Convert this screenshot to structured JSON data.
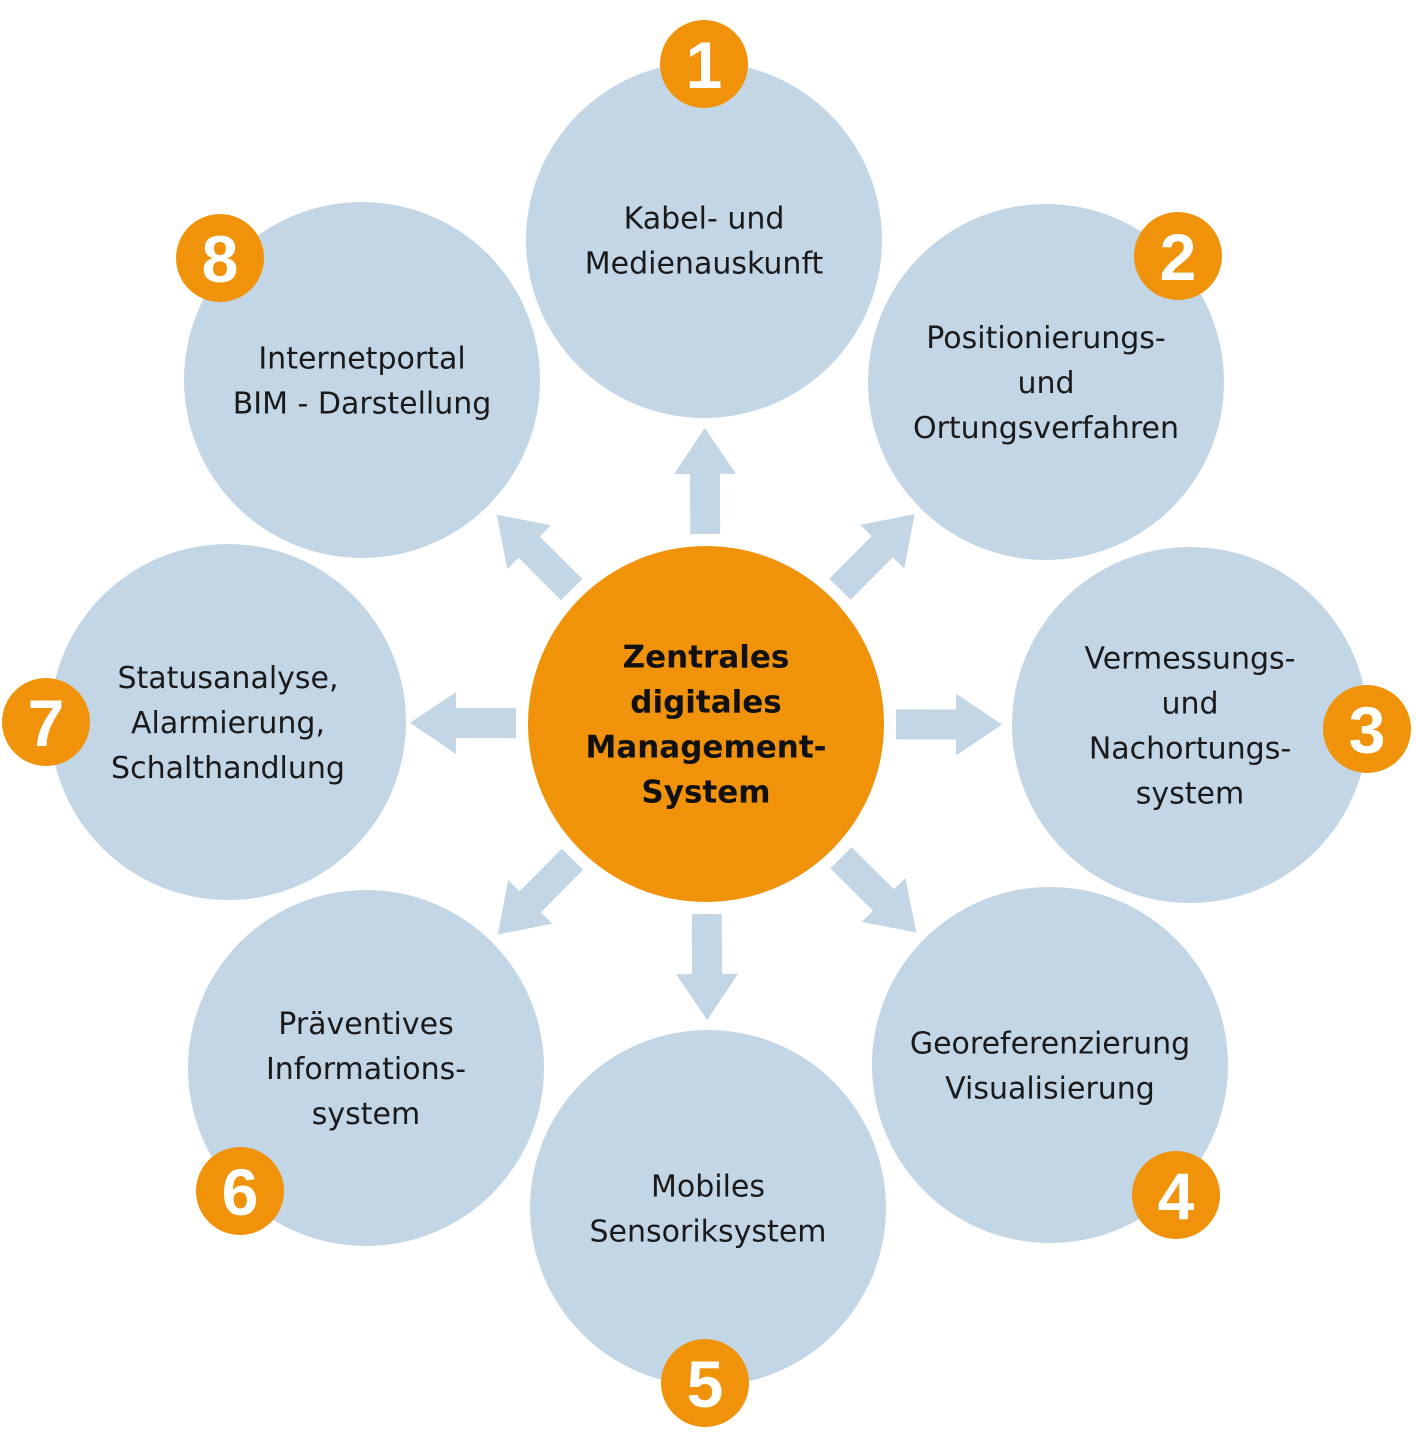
{
  "colors": {
    "circle_fill": "#c3d6e6",
    "center_fill": "#f0930a",
    "badge_fill": "#f0930a",
    "badge_text": "#ffffff",
    "arrow_fill": "#c3d6e6",
    "text": "#1a1a1a"
  },
  "center": {
    "lines": [
      "Zentrales",
      "digitales",
      "Management-",
      "System"
    ]
  },
  "nodes": [
    {
      "number": "1",
      "lines": [
        "Kabel- und",
        "Medienauskunft"
      ]
    },
    {
      "number": "2",
      "lines": [
        "Positionierungs-",
        "und",
        "Ortungsverfahren"
      ]
    },
    {
      "number": "3",
      "lines": [
        "Vermessungs-",
        "und",
        "Nachortungs-",
        "system"
      ]
    },
    {
      "number": "4",
      "lines": [
        "Georeferenzierung",
        "Visualisierung"
      ]
    },
    {
      "number": "5",
      "lines": [
        "Mobiles",
        "Sensoriksystem"
      ]
    },
    {
      "number": "6",
      "lines": [
        "Präventives",
        "Informations-",
        "system"
      ]
    },
    {
      "number": "7",
      "lines": [
        "Statusanalyse,",
        "Alarmierung,",
        "Schalthandlung"
      ]
    },
    {
      "number": "8",
      "lines": [
        "Internetportal",
        "BIM - Darstellung"
      ]
    }
  ]
}
